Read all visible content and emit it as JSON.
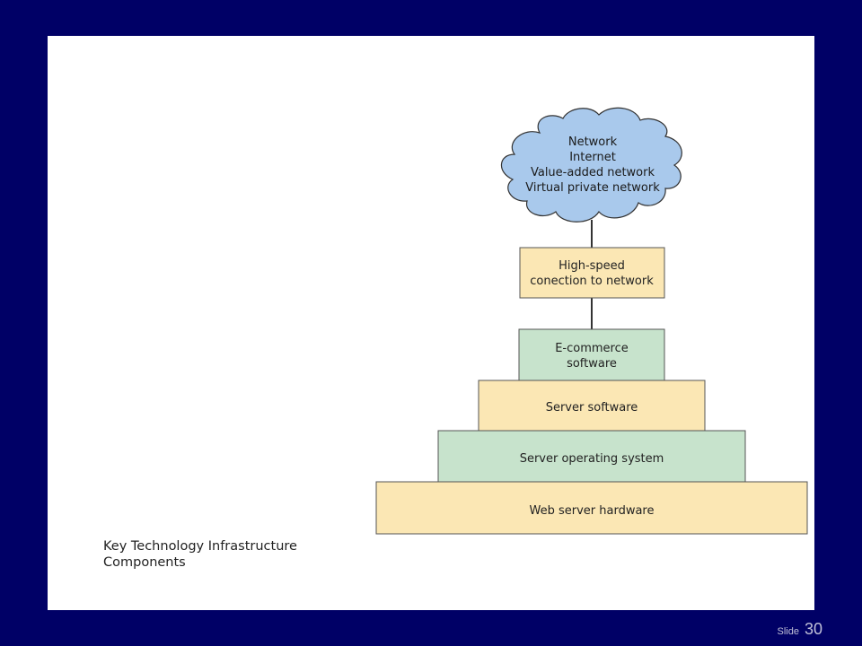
{
  "diagram": {
    "cloud": {
      "lines": [
        "Network",
        "Internet",
        "Value-added network",
        "Virtual private network"
      ],
      "fill": "#a9c9ec",
      "stroke": "#333333"
    },
    "connection_box": {
      "lines": [
        "High-speed",
        "conection to network"
      ],
      "fill": "#fbe7b4"
    },
    "layers": [
      {
        "lines": [
          "E-commerce",
          "software"
        ],
        "fill": "#c7e3cc"
      },
      {
        "lines": [
          "Server software"
        ],
        "fill": "#fbe7b4"
      },
      {
        "lines": [
          "Server operating system"
        ],
        "fill": "#c7e3cc"
      },
      {
        "lines": [
          "Web server hardware"
        ],
        "fill": "#fbe7b4"
      }
    ]
  },
  "caption": {
    "line1": "Key Technology Infrastructure",
    "line2": "Components"
  },
  "slide_number": {
    "label": "Slide",
    "number": "30"
  },
  "colors": {
    "background": "#000066",
    "panel": "#ffffff",
    "box_stroke": "#555555"
  }
}
